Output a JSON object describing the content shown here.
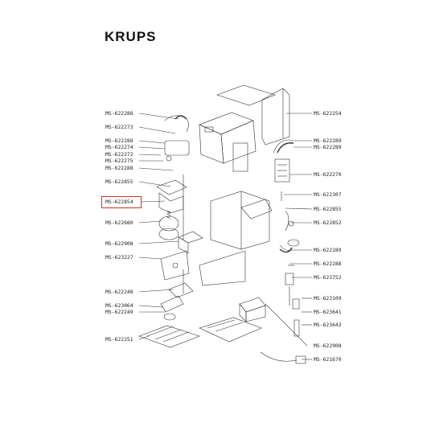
{
  "brand": "KRUPS",
  "highlight_color": "#d0342c",
  "highlighted_part": "MS-622854",
  "left_labels": [
    "MS-622288",
    "MS-622273",
    "MS-622288",
    "MS-622274",
    "MS-622272",
    "MS-622275",
    "MS-622288",
    "MS-622855",
    "MS-622854",
    "MS-622680",
    "MS-622908",
    "MS-623227",
    "MS-622248",
    "MS-623064",
    "MS-622249",
    "MS-622251"
  ],
  "right_labels": [
    "MS-622254",
    "MS-622289",
    "MS-622289",
    "MS-622270",
    "MS-622307",
    "MS-622855",
    "MS-622852",
    "MS-622289",
    "MS-622288",
    "MS-623752",
    "MS-623109",
    "MS-623641",
    "MS-623643",
    "MS-622908",
    "MS-621670"
  ]
}
